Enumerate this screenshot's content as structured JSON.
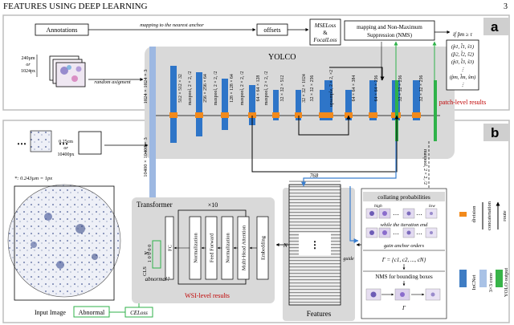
{
  "header": {
    "title": "FEATURES USING DEEP LEARNING",
    "page_number": "3"
  },
  "section_a": {
    "panel_letter": "a",
    "annotations_label": "Annotations",
    "mapping_note": "mapping to the nearest anchor",
    "offsets_label": "offsets",
    "loss_box": [
      "MSELoss",
      "&",
      "FocalLoss"
    ],
    "nms_box": [
      "mapping and Non-Maximum",
      "Suppression (NMS)"
    ],
    "threshold_note": "if p̂m ≥ τ",
    "patch_size": [
      "240µm",
      "or",
      "1024px"
    ],
    "random_note": "random asigment",
    "input_size": "1024 × 1024 × 3",
    "model_title": "YOLCO",
    "layer_labels": [
      "512 × 512 × 32",
      "maxpool, 2 × 2, /2",
      "256 × 256 × 64",
      "maxpool, 2 × 2, /2",
      "128 × 128 × 64",
      "maxpool, 2 × 2, /2",
      "64 × 64 × 128",
      "maxpool, 2 × 2, /2",
      "32 × 32 × 512",
      "32 × 32 × 1024",
      "32 × 32 × 256",
      "upsample, 2 × 2, ×2",
      "64 × 64 × 384",
      "64 × 64 × 256",
      "32 × 32 × 256",
      "32 × 32 × 256"
    ],
    "output_rows": [
      "(p̂1, l̂1, ŝ1)",
      "(p̂2, l̂2, ŝ2)",
      "(p̂3, l̂3, ŝ3)",
      "⋮",
      "(p̂m, l̂m, ŝm)",
      "⋮"
    ],
    "patch_results": "patch-level results"
  },
  "section_b": {
    "panel_letter": "b",
    "scale_note": "*: 0.243µm = 1px",
    "wsi_size": [
      "0.25cm",
      "or",
      "10400px"
    ],
    "wsi_input_size": "10400 × 10400 × 3",
    "maxpool_note": "maxpool, 2 × 2, /2",
    "transformer_title": "Transformer",
    "repeat_label": "×10",
    "transformer_blocks": [
      "FC",
      "Normalization",
      "Feed Forward",
      "Normalization",
      "Multi-Head Attention",
      "Embedding"
    ],
    "n_label": "N",
    "bits": "1 0 0 0 0",
    "cls_label": "CLS",
    "abnormal_q": "abnormal?",
    "wsi_results": "WSI-level results",
    "input_image_label": "Input Image",
    "abnormal_label": "Abnormal",
    "celoss_label": "CELoss",
    "features_dim": "768",
    "features_label": "Features",
    "guide_label": "guide",
    "flow_steps": [
      "collating probabilities",
      "while the iteration end",
      "gain anchor orders",
      "Γ = {c1, c2, ..., cN}",
      "NMS for bounding boxes"
    ],
    "high_label": "high",
    "low_label": "low",
    "gamma_label": "Γ"
  },
  "legend": {
    "items": [
      {
        "label": "division",
        "color": "#f28a1c"
      },
      {
        "label": "concatenation",
        "color": "#000000"
      },
      {
        "label": "route",
        "color": "#000000"
      },
      {
        "label": "InCNet",
        "color": "#3f7dc4"
      },
      {
        "label": "3×3 conv",
        "color": "#a9c2e6"
      },
      {
        "label": "YOLO output",
        "color": "#38b449"
      }
    ]
  },
  "colors": {
    "conv": "#2e75c8",
    "div": "#f28a1c",
    "yolo": "#2fb24a",
    "panel": "#d9d9d9",
    "input_bar": "#9db8e2",
    "arrow_blue": "#3a7fd0"
  }
}
